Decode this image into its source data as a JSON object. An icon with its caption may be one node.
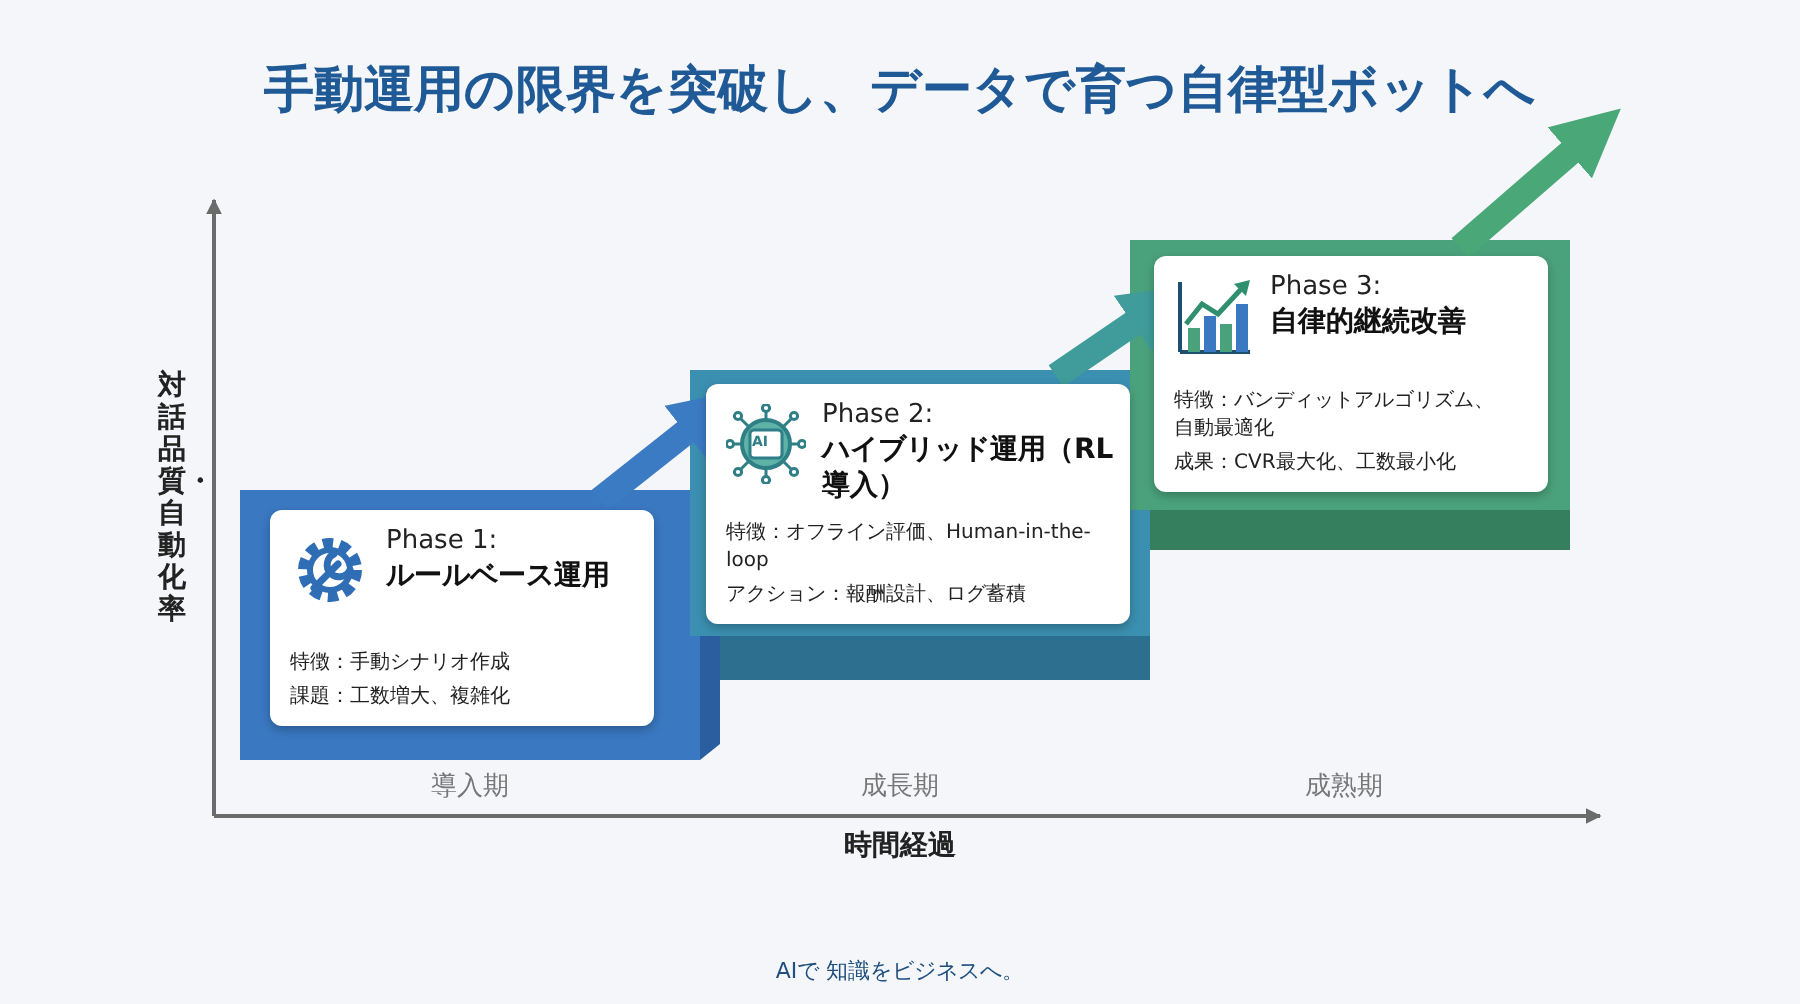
{
  "diagram": {
    "title": "手動運用の限界を突破し、データで育つ自律型ボットへ",
    "nodes": [
      {
        "text": [
          "Phase 1:",
          "ルールベース運用",
          "特徴：手動シナリオ作成",
          "課題：工数増大、複雑化"
        ]
      },
      {
        "text": [
          "Phase 2:",
          "ハイブリッド運用（RL導入）",
          "特徴：オフライン評価、Human-in-the-loop",
          "アクション：報酬設計、ログ蓄積"
        ]
      },
      {
        "text": [
          "Phase 3:",
          "自律的継続改善",
          "特徴：バンディットアルゴリズム、自動最適化",
          "成果：CVR最大化、工数最小化"
        ]
      }
    ],
    "edges": [
      {
        "from": 0,
        "to": 1,
        "arrow": "to",
        "color": "#3b7bc4"
      },
      {
        "from": 1,
        "to": 2,
        "arrow": "to",
        "color": "#3f9c9a"
      },
      {
        "from": 2,
        "to": null,
        "arrow": "to",
        "color": "#4aa878"
      }
    ],
    "labels": [
      "AI",
      "対話品質・自動化率",
      "導入期",
      "成長期",
      "成熟期",
      "時間経過",
      "AIで 知識をビジネスへ。"
    ]
  }
}
